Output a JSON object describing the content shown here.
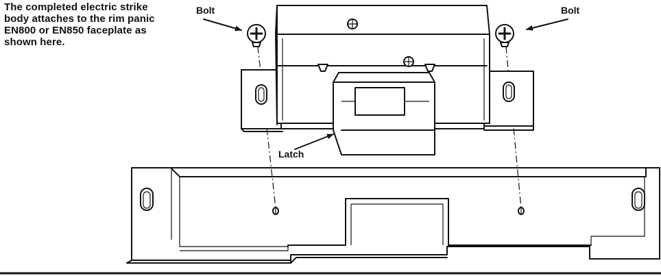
{
  "caption": "The completed electric strike body attaches to the rim panic EN800 or EN850 faceplate as shown here.",
  "labels": {
    "bolt_left": "Bolt",
    "bolt_right": "Bolt",
    "latch": "Latch"
  },
  "colors": {
    "ink": "#111111",
    "background": "#ffffff"
  }
}
